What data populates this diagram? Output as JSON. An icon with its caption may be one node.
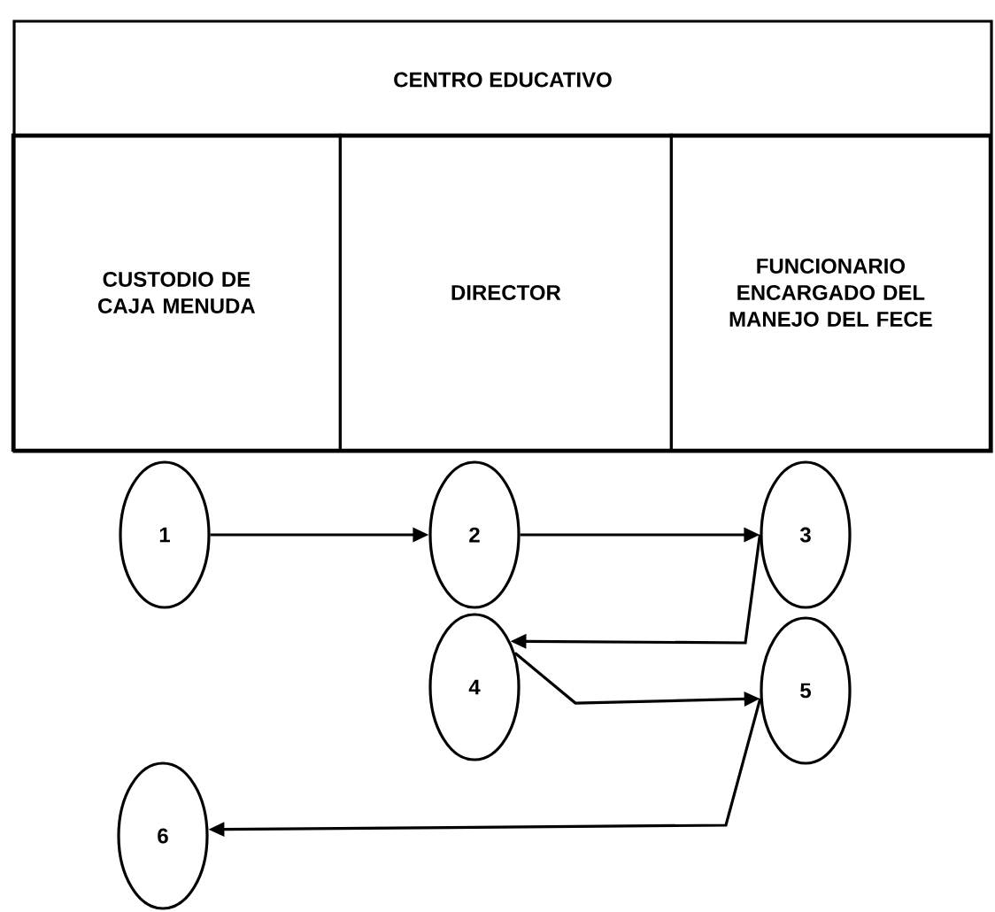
{
  "diagram": {
    "nodes": [
      {
        "text": [
          "CENTRO EDUCATIVO"
        ]
      },
      {
        "text": [
          "CUSTODIO DE CAJA MENUDA"
        ],
        "in": 0
      },
      {
        "text": [
          "DIRECTOR"
        ],
        "in": 0
      },
      {
        "text": [
          "FUNCIONARIO ENCARGADO DEL MANEJO DEL FECE"
        ],
        "in": 0
      },
      {
        "text": [
          "1"
        ]
      },
      {
        "text": [
          "2"
        ]
      },
      {
        "text": [
          "3"
        ]
      },
      {
        "text": [
          "4"
        ]
      },
      {
        "text": [
          "5"
        ]
      },
      {
        "text": [
          "6"
        ]
      }
    ],
    "edges": [
      {
        "from": 4,
        "to": 5,
        "arrow": "to"
      },
      {
        "from": 5,
        "to": 6,
        "arrow": "to"
      },
      {
        "from": 6,
        "to": 7,
        "arrow": "to"
      },
      {
        "from": 7,
        "to": 8,
        "arrow": "to"
      },
      {
        "from": 8,
        "to": 9,
        "arrow": "to"
      }
    ]
  }
}
